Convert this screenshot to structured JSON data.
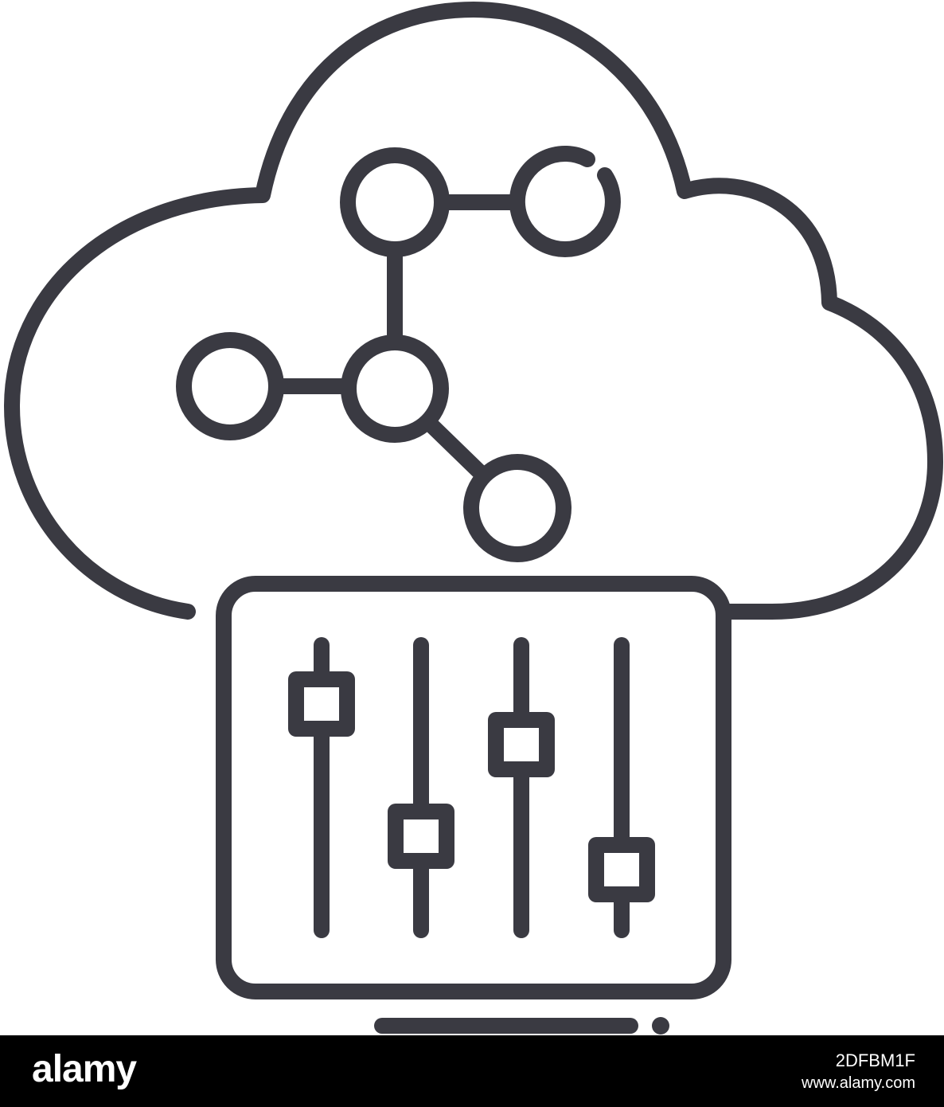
{
  "icon": {
    "name": "cloud-network-mixer",
    "stroke_color": "#3a3a42",
    "background_color": "#ffffff",
    "slider_levels": [
      0.2,
      0.65,
      0.38,
      0.78
    ]
  },
  "footer": {
    "brand": "alamy",
    "image_id": "2DFBM1F",
    "site": "www.alamy.com",
    "background_color": "#000000",
    "text_color": "#ffffff"
  }
}
